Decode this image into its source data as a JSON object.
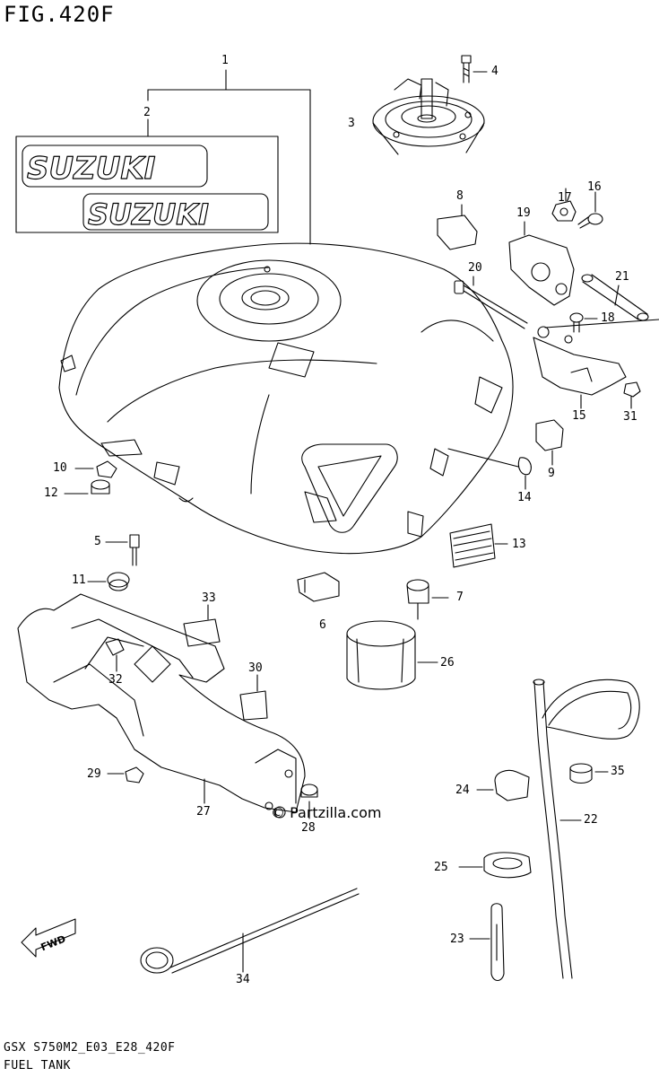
{
  "figure": {
    "title": "FIG.420F",
    "code": "GSX S750M2_E03_E28_420F",
    "name": "FUEL TANK",
    "watermark": "© Partzilla.com",
    "decal_text": "SUZUKI",
    "fwd_label": "FWD"
  },
  "callouts": [
    {
      "id": "c1",
      "label": "1"
    },
    {
      "id": "c2",
      "label": "2"
    },
    {
      "id": "c3",
      "label": "3"
    },
    {
      "id": "c4",
      "label": "4"
    },
    {
      "id": "c5",
      "label": "5"
    },
    {
      "id": "c6",
      "label": "6"
    },
    {
      "id": "c7",
      "label": "7"
    },
    {
      "id": "c8",
      "label": "8"
    },
    {
      "id": "c9",
      "label": "9"
    },
    {
      "id": "c10",
      "label": "10"
    },
    {
      "id": "c11",
      "label": "11"
    },
    {
      "id": "c12",
      "label": "12"
    },
    {
      "id": "c13",
      "label": "13"
    },
    {
      "id": "c14",
      "label": "14"
    },
    {
      "id": "c15",
      "label": "15"
    },
    {
      "id": "c16",
      "label": "16"
    },
    {
      "id": "c17",
      "label": "17"
    },
    {
      "id": "c18",
      "label": "18"
    },
    {
      "id": "c19",
      "label": "19"
    },
    {
      "id": "c20",
      "label": "20"
    },
    {
      "id": "c21",
      "label": "21"
    },
    {
      "id": "c22",
      "label": "22"
    },
    {
      "id": "c23",
      "label": "23"
    },
    {
      "id": "c24",
      "label": "24"
    },
    {
      "id": "c25",
      "label": "25"
    },
    {
      "id": "c26",
      "label": "26"
    },
    {
      "id": "c27",
      "label": "27"
    },
    {
      "id": "c28",
      "label": "28"
    },
    {
      "id": "c29",
      "label": "29"
    },
    {
      "id": "c30",
      "label": "30"
    },
    {
      "id": "c31",
      "label": "31"
    },
    {
      "id": "c32",
      "label": "32"
    },
    {
      "id": "c33",
      "label": "33"
    },
    {
      "id": "c34",
      "label": "34"
    },
    {
      "id": "c35",
      "label": "35"
    }
  ]
}
